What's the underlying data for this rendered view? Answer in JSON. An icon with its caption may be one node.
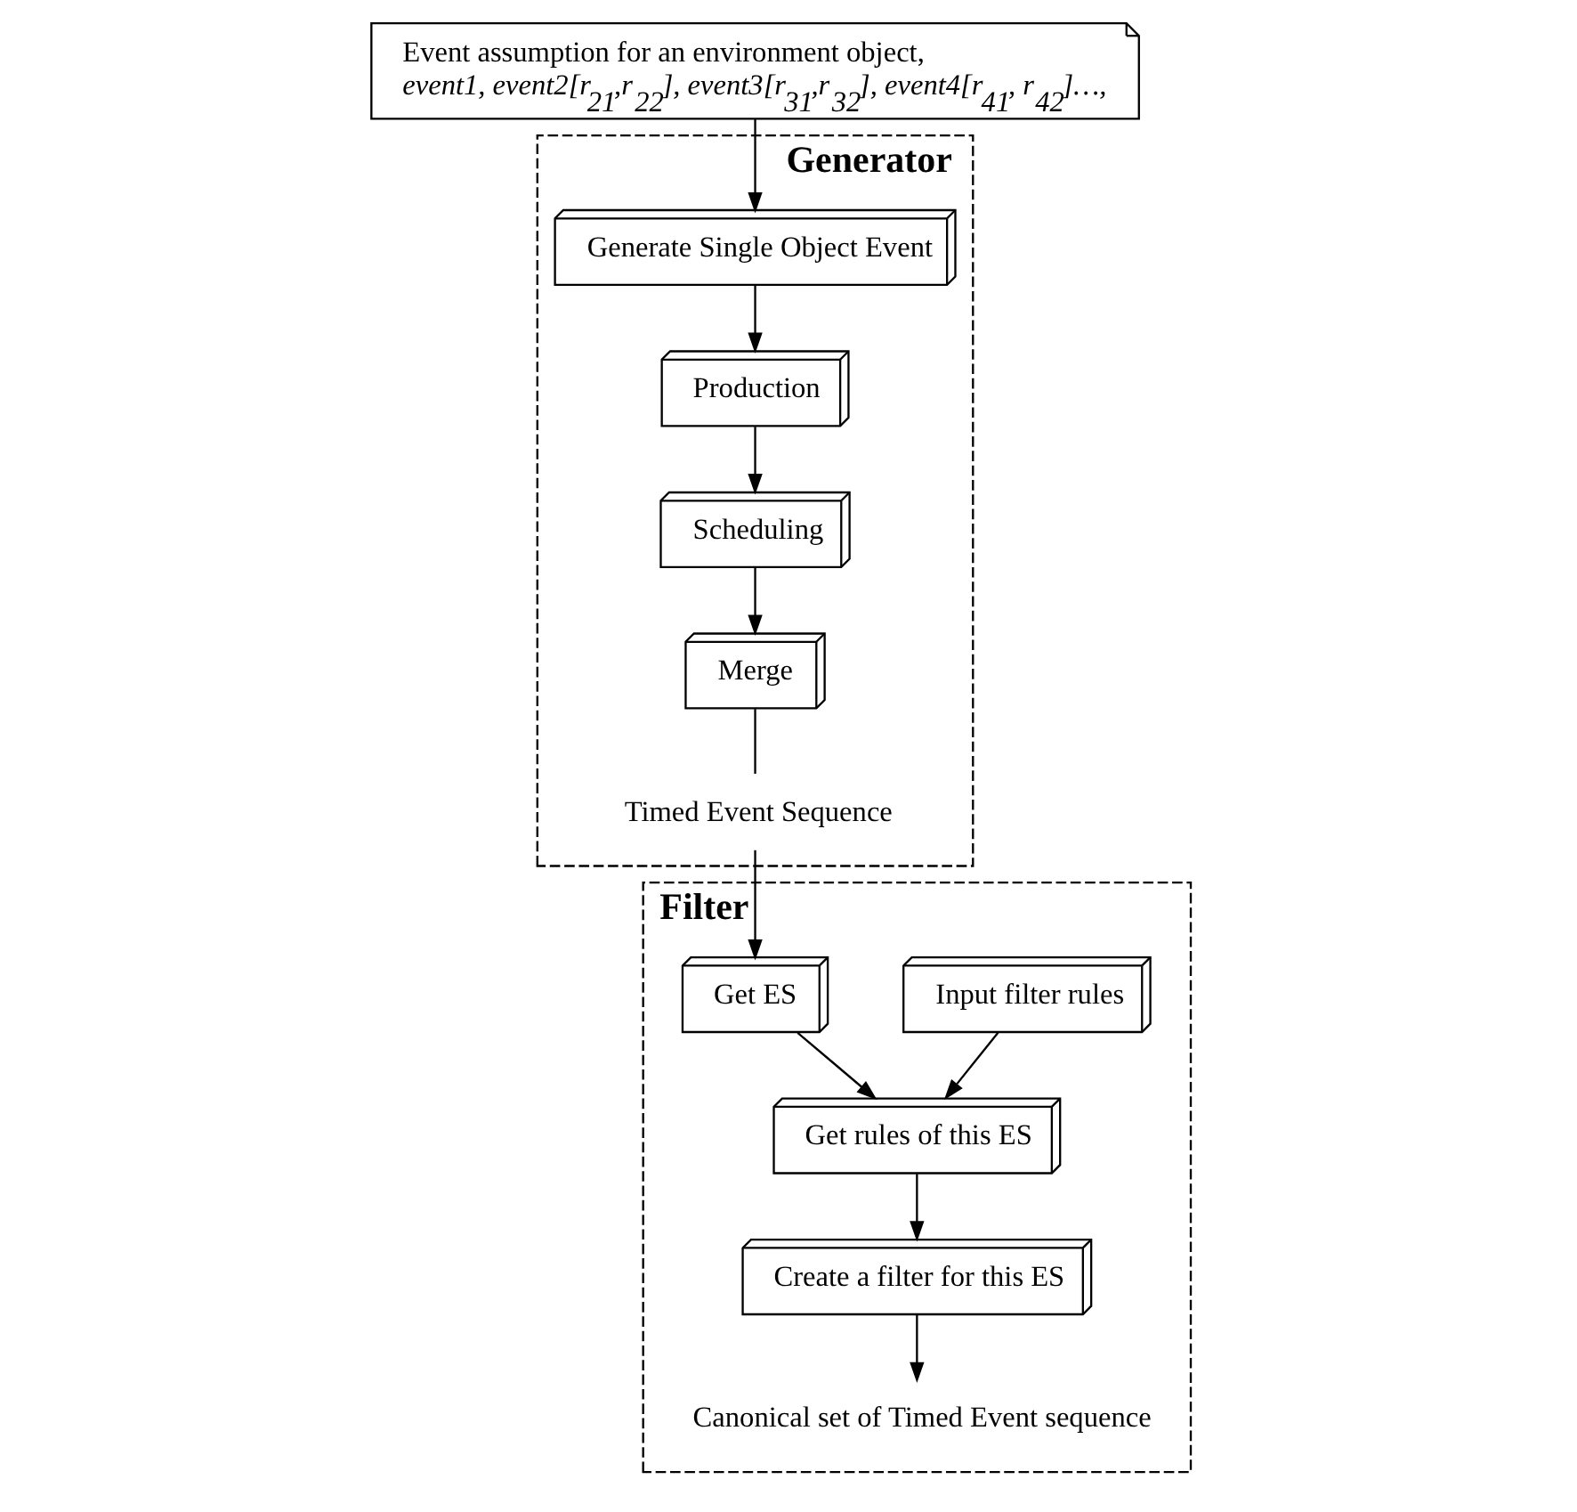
{
  "diagram": {
    "nodes": [
      {
        "text": [
          "Event assumption for an environment object,",
          "event1, event2[r$_{21}$,r$_{22}$], event3[r$_{31}$,r$_{32}$], event4[r$_{41}$, r$_{42}$]…,"
        ]
      },
      {
        "text": [
          "Generator"
        ]
      },
      {
        "text": [
          "Generate Single Object Event"
        ],
        "in": 1
      },
      {
        "text": [
          "Production"
        ],
        "in": 1
      },
      {
        "text": [
          "Scheduling"
        ],
        "in": 1
      },
      {
        "text": [
          "Merge"
        ],
        "in": 1
      },
      {
        "text": [
          "Timed Event Sequence"
        ],
        "in": 1
      },
      {
        "text": [
          "Filter"
        ]
      },
      {
        "text": [
          "Input filter rules"
        ],
        "in": 7
      },
      {
        "text": [
          "Get ES"
        ],
        "in": 7
      },
      {
        "text": [
          "Get rules of this ES"
        ],
        "in": 7
      },
      {
        "text": [
          "Create a filter for this ES"
        ],
        "in": 7
      },
      {
        "text": [
          "Canonical set of Timed Event sequence"
        ],
        "in": 7
      }
    ],
    "edges": [
      {
        "from": 0,
        "to": 2,
        "arrow": "to"
      },
      {
        "from": 2,
        "to": 3,
        "arrow": "to"
      },
      {
        "from": 3,
        "to": 4,
        "arrow": "to"
      },
      {
        "from": 4,
        "to": 5,
        "arrow": "to"
      },
      {
        "from": 5,
        "to": 6,
        "arrow": "none"
      },
      {
        "from": 6,
        "to": 9,
        "arrow": "to"
      },
      {
        "from": 8,
        "to": 10,
        "arrow": "to"
      },
      {
        "from": 9,
        "to": 10,
        "arrow": "to"
      },
      {
        "from": 10,
        "to": 11,
        "arrow": "to"
      },
      {
        "from": 11,
        "to": 12,
        "arrow": "to"
      }
    ]
  }
}
